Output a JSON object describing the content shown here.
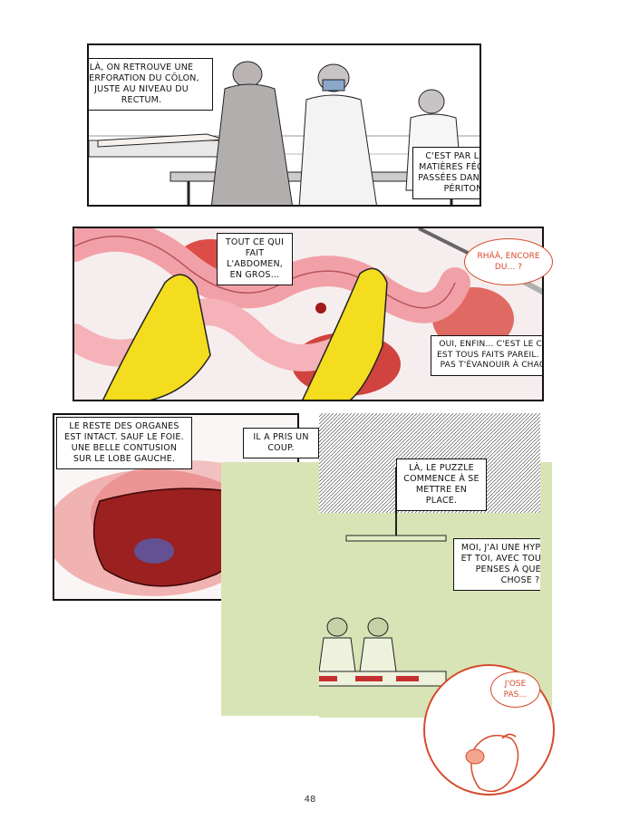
{
  "page": {
    "number": "48"
  },
  "strip1": {
    "caption_left": "Là, on retrouve une perforation du côlon, juste au niveau du rectum.",
    "caption_right": "C'est par là que les matières fécales sont passées dans la cavité péritonéale."
  },
  "strip2": {
    "caption_top": "Tout ce qui fait l'abdomen, en gros…",
    "balloon_red": "Rhââ, encore du… ?",
    "caption_right": "Oui, enfin… c'est le corps. On est tous faits pareil. Et tu vas pas t'évanouir à chaque fois."
  },
  "strip3": {
    "caption_organs": "Le reste des organes est intact. Sauf le foie. Une belle contusion sur le lobe gauche.",
    "caption_coup": "Il a pris un coup.",
    "caption_puzzle": "Là, le puzzle commence à se mettre en place.",
    "caption_hypothese": "Moi, j'ai une hypothèse. Et toi, avec tout ça, tu penses à quelque chose ?",
    "balloon_josepas": "J'ose pas…"
  },
  "colors": {
    "ink": "#111111",
    "blood": "#d8302a",
    "intestine": "#f2a0a8",
    "glove": "#f4dc1e",
    "lab_green": "#d8e4b6",
    "accent_red": "#d64a2a"
  }
}
